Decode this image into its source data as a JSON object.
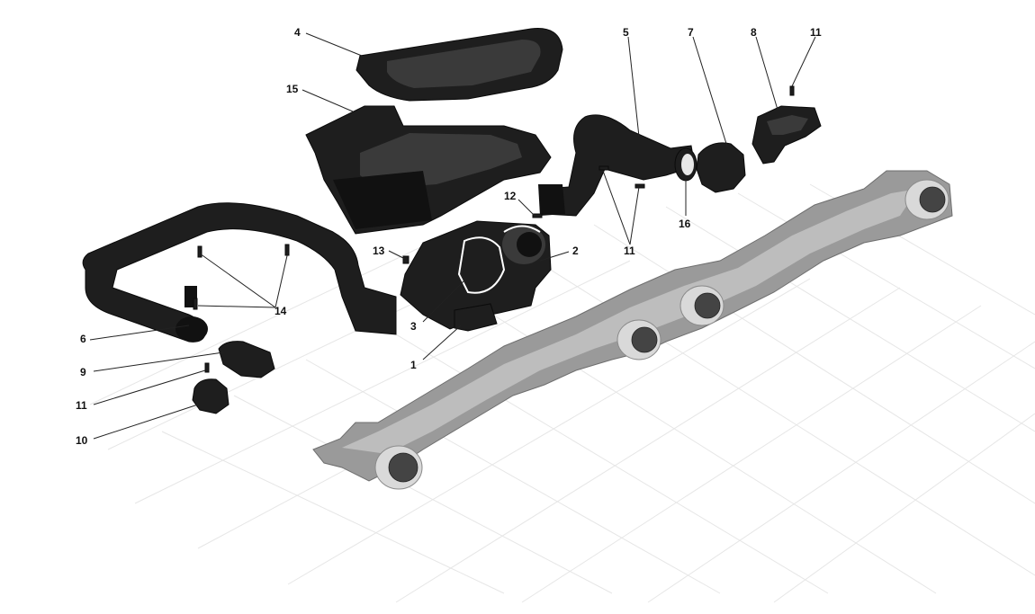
{
  "callouts": {
    "c1": "1",
    "c2": "2",
    "c3": "3",
    "c4": "4",
    "c5": "5",
    "c6": "6",
    "c7": "7",
    "c8": "8",
    "c9": "9",
    "c10": "10",
    "c11a": "11",
    "c11b": "11",
    "c11c": "11",
    "c12": "12",
    "c13": "13",
    "c14": "14",
    "c15": "15",
    "c16": "16"
  },
  "colors": {
    "part": "#1e1e1e",
    "carbon": "#9a9a9a",
    "grid": "#e6e6e6",
    "label": "#111111"
  }
}
